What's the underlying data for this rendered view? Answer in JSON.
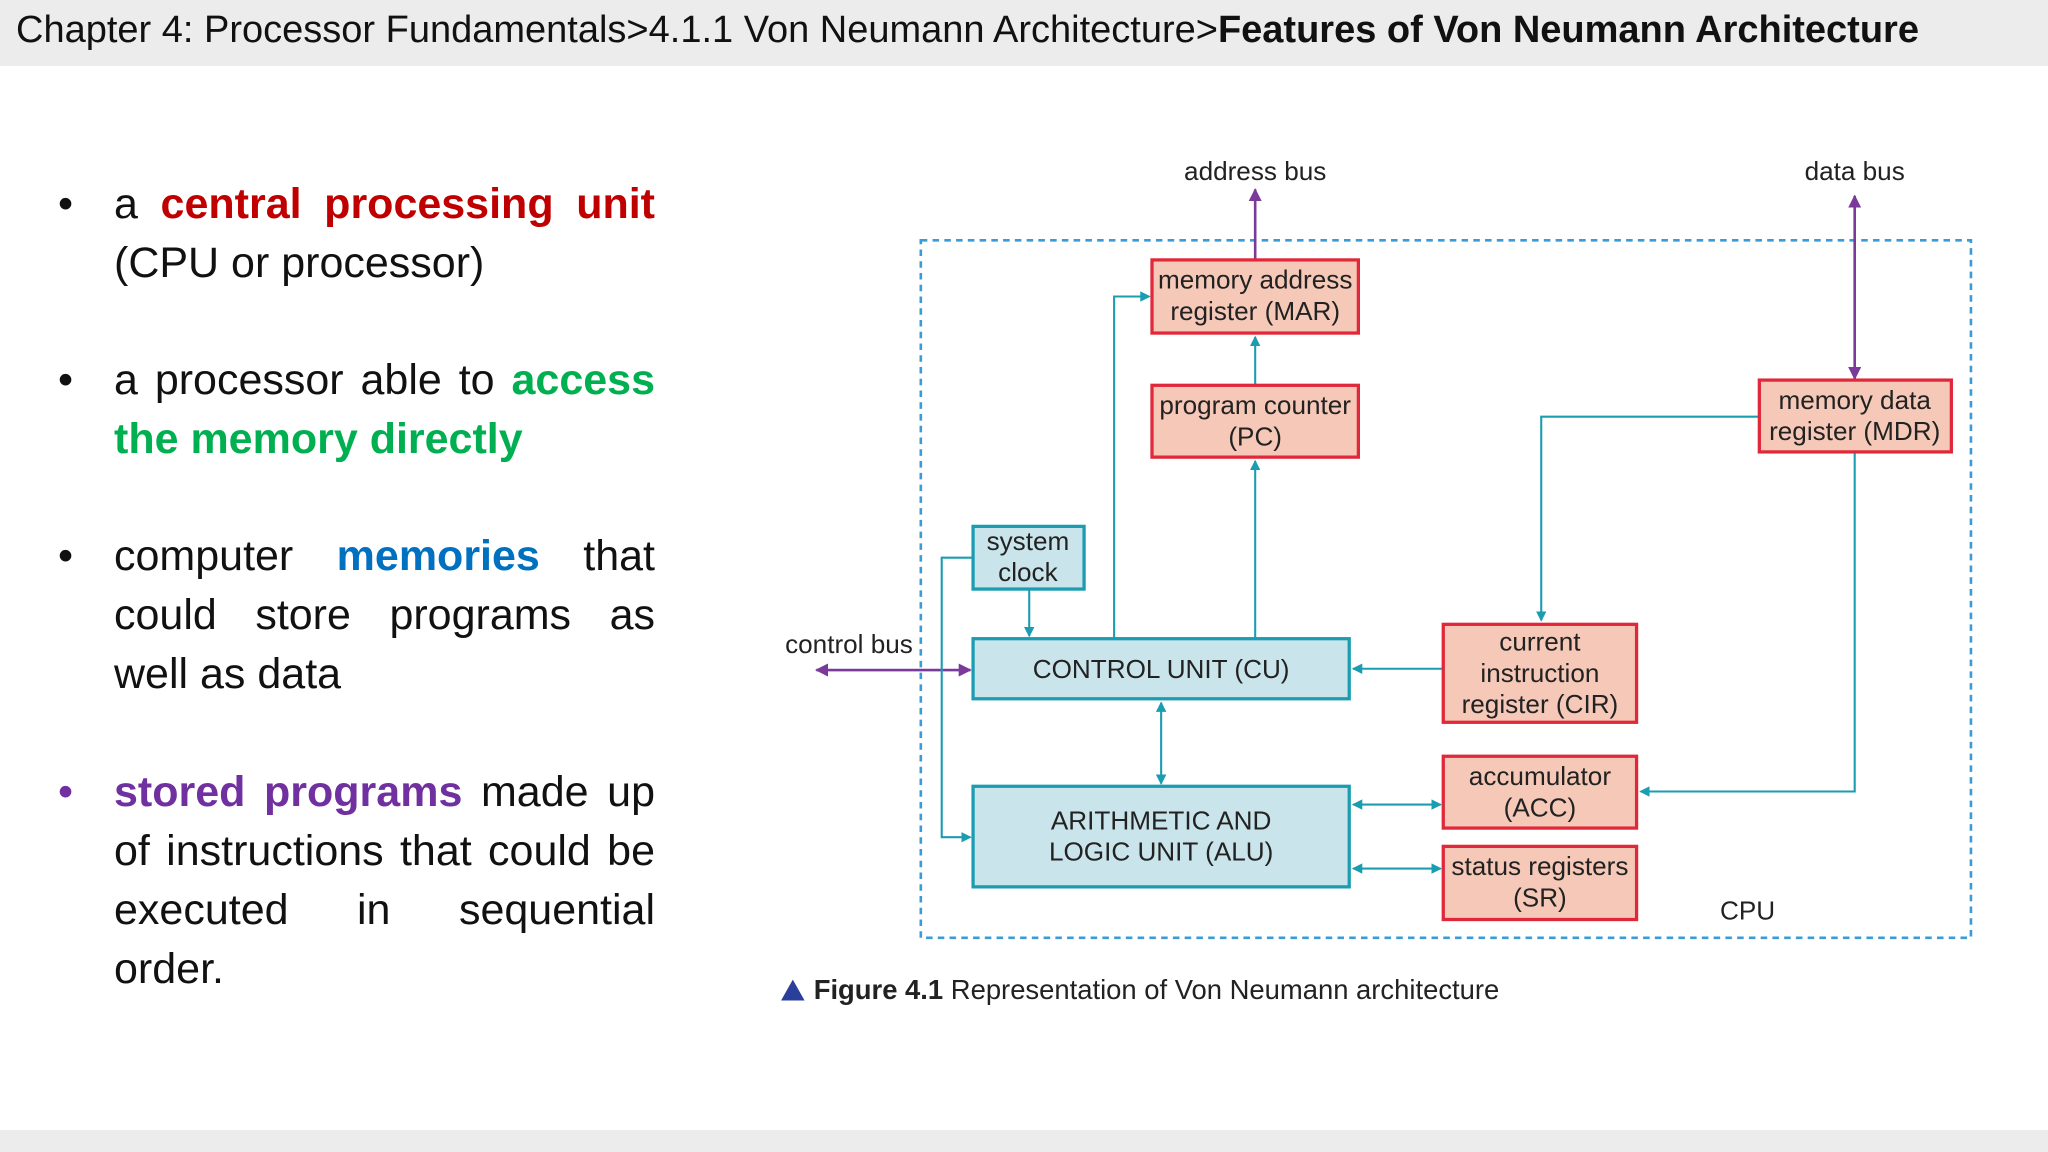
{
  "header": {
    "crumb1": "Chapter 4: Processor Fundamentals",
    "sep": ">",
    "crumb2": "4.1.1 Von Neumann Architecture",
    "current": "Features of Von Neumann Architecture"
  },
  "bullets": [
    {
      "pre": "a ",
      "hl": "central processing unit",
      "post": " (CPU or processor)"
    },
    {
      "pre": "a processor able to ",
      "hl": "access the memory directly",
      "post": ""
    },
    {
      "pre": "computer ",
      "hl": "memories",
      "post": " that could store programs as well as data"
    },
    {
      "pre": "",
      "hl": "stored programs",
      "post": " made up of instructions that could be executed in sequential order."
    }
  ],
  "diagram": {
    "address_bus": "address bus",
    "data_bus": "data bus",
    "control_bus": "control bus",
    "cpu": "CPU",
    "mar": [
      "memory address",
      "register (MAR)"
    ],
    "pc": [
      "program counter",
      "(PC)"
    ],
    "mdr": [
      "memory data",
      "register (MDR)"
    ],
    "clock": [
      "system",
      "clock"
    ],
    "cu": "CONTROL UNIT (CU)",
    "cir": [
      "current",
      "instruction",
      "register (CIR)"
    ],
    "alu": [
      "ARITHMETIC AND",
      "LOGIC UNIT (ALU)"
    ],
    "acc": [
      "accumulator",
      "(ACC)"
    ],
    "sr": [
      "status registers",
      "(SR)"
    ],
    "caption_label": "Figure 4.1",
    "caption_text": " Representation of Von Neumann architecture"
  },
  "colors": {
    "register_fill": "#f5c8b8",
    "register_stroke": "#e0283a",
    "unit_fill": "#c9e4ea",
    "unit_stroke": "#1b9db1",
    "bus": "#7a3a9a",
    "link": "#1b9db1"
  }
}
